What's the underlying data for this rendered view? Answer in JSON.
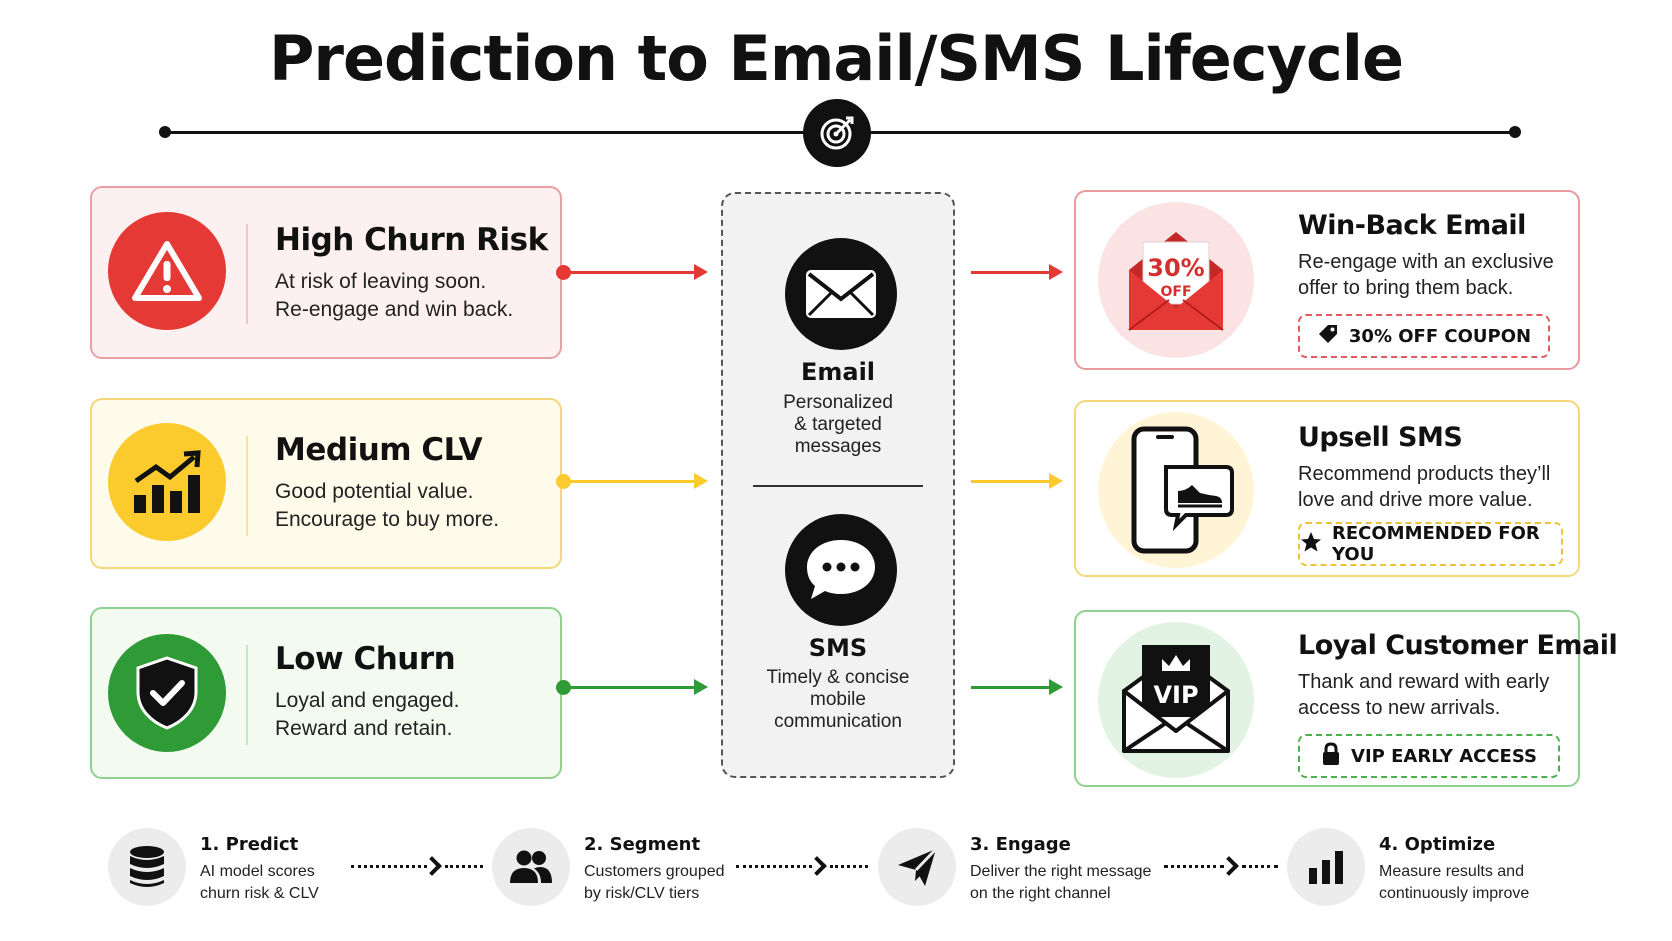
{
  "title": "Prediction to Email/SMS Lifecycle",
  "segments": [
    {
      "title": "High Churn Risk",
      "desc_line1": "At risk of leaving soon.",
      "desc_line2": "Re-engage and win back.",
      "icon": "warning-icon",
      "color": "#e53935"
    },
    {
      "title": "Medium CLV",
      "desc_line1": "Good potential value.",
      "desc_line2": "Encourage to buy more.",
      "icon": "growth-chart-icon",
      "color": "#fbcb2e"
    },
    {
      "title": "Low Churn",
      "desc_line1": "Loyal and engaged.",
      "desc_line2": "Reward and retain.",
      "icon": "shield-check-icon",
      "color": "#2e9b37"
    }
  ],
  "channels": {
    "email": {
      "title": "Email",
      "desc_line1": "Personalized",
      "desc_line2": "& targeted",
      "desc_line3": "messages",
      "icon": "envelope-icon"
    },
    "sms": {
      "title": "SMS",
      "desc_line1": "Timely & concise",
      "desc_line2": "mobile",
      "desc_line3": "communication",
      "icon": "chat-bubble-icon"
    }
  },
  "actions": [
    {
      "title": "Win-Back Email",
      "desc_line1": "Re-engage with an exclusive",
      "desc_line2": "offer to bring them back.",
      "badge": "30% OFF COUPON",
      "badge_icon": "tag-icon",
      "icon_text_1": "30%",
      "icon_text_2": "OFF",
      "icon": "coupon-envelope-icon"
    },
    {
      "title": "Upsell SMS",
      "desc_line1": "Recommend products they’ll",
      "desc_line2": "love and drive more value.",
      "badge": "RECOMMENDED FOR YOU",
      "badge_icon": "star-icon",
      "icon": "phone-shoe-icon"
    },
    {
      "title": "Loyal Customer Email",
      "desc_line1": "Thank and reward with early",
      "desc_line2": "access to new arrivals.",
      "badge": "VIP EARLY ACCESS",
      "badge_icon": "lock-icon",
      "icon_text_1": "VIP",
      "icon": "vip-envelope-icon"
    }
  ],
  "steps": [
    {
      "title": "1. Predict",
      "desc_line1": "AI model scores",
      "desc_line2": "churn risk & CLV",
      "icon": "database-icon"
    },
    {
      "title": "2. Segment",
      "desc_line1": "Customers grouped",
      "desc_line2": "by risk/CLV tiers",
      "icon": "users-icon"
    },
    {
      "title": "3. Engage",
      "desc_line1": "Deliver the right message",
      "desc_line2": "on the right channel",
      "icon": "send-icon"
    },
    {
      "title": "4. Optimize",
      "desc_line1": "Measure results and",
      "desc_line2": "continuously improve",
      "icon": "bar-chart-icon"
    }
  ],
  "colors": {
    "red": "#e53935",
    "yellow": "#fbcb2e",
    "green": "#2e9b37",
    "dark": "#111111"
  }
}
